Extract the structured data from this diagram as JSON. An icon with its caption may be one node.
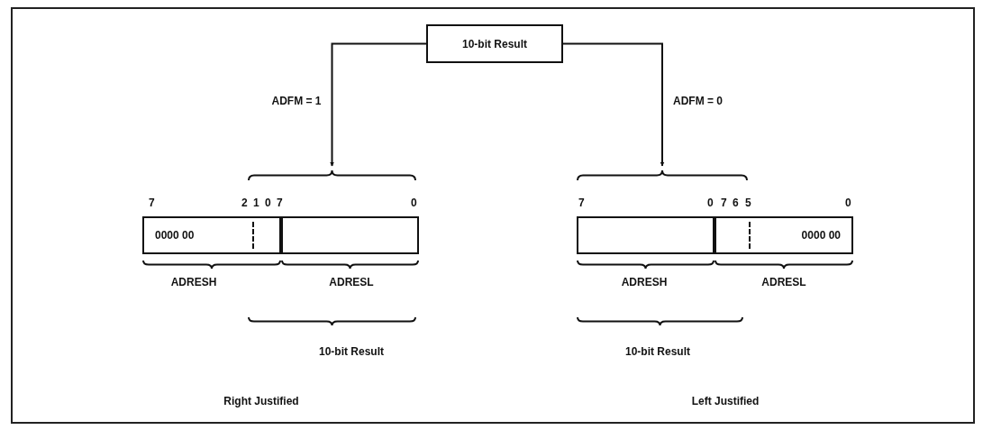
{
  "diagram": {
    "nodes": [
      {
        "text": [
          "10-bit Result"
        ]
      },
      {
        "text": [],
        "shape": "bracket"
      },
      {
        "text": [],
        "shape": "bracket"
      },
      {
        "text": [
          "0000 00"
        ],
        "beside": [
          "ADRESH"
        ]
      },
      {
        "text": [],
        "shape": "box",
        "beside": [
          "ADRESL"
        ]
      },
      {
        "text": [],
        "shape": "box",
        "beside": [
          "ADRESH"
        ]
      },
      {
        "text": [
          "0000 00"
        ],
        "beside": [
          "ADRESL"
        ]
      }
    ],
    "edges": [
      {
        "from": 0,
        "to": 1,
        "arrow": "to",
        "label": "ADFM = 1"
      },
      {
        "from": 0,
        "to": 2,
        "arrow": "to",
        "label": "ADFM = 0"
      }
    ],
    "labels": [
      "7",
      "2",
      "1",
      "0",
      "7",
      "0",
      "7",
      "0",
      "7",
      "6",
      "5",
      "0",
      "10-bit Result",
      "10-bit Result",
      "Right Justified",
      "Left Justified"
    ]
  }
}
